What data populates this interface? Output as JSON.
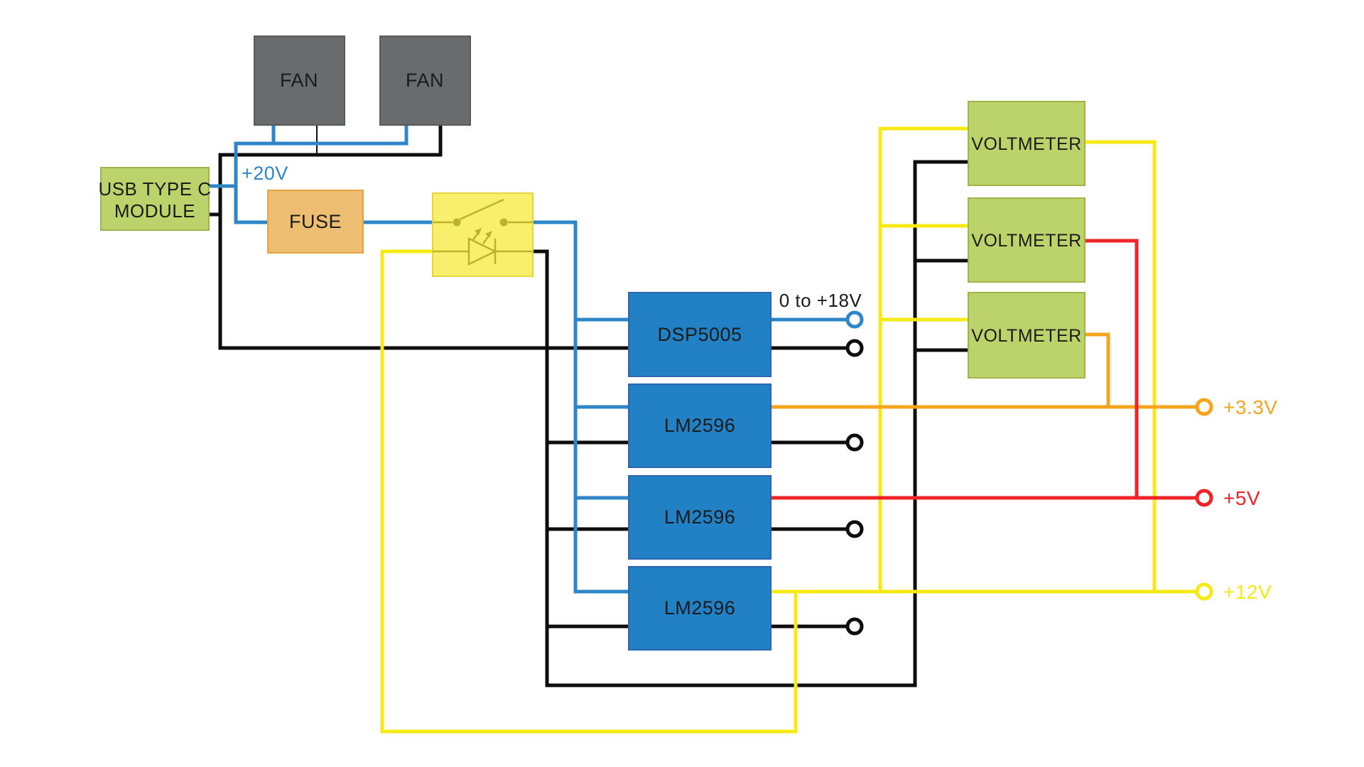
{
  "diagram": {
    "background": "#ffffff",
    "colors": {
      "blue_wire": "#2e86c8",
      "yellow_wire": "#f7e915",
      "orange_wire": "#f6a41e",
      "red_wire": "#ee2428",
      "black_wire": "#0d0d0d",
      "box_blue": "#2181c4",
      "box_blue_border": "#2b66ae",
      "box_green": "#bcd36b",
      "box_green_border": "#9fb54a",
      "box_gray": "#6a6b6d",
      "box_gray_border": "#58595b",
      "box_orange": "#edbd72",
      "box_orange_border": "#e8a33d",
      "box_yellow": "#f8ef6b",
      "box_yellow_border": "#e7d63b",
      "symbol_olive": "#bfb22a",
      "text_dark": "#1b1b1b",
      "terminal_fill": "#ffffff"
    },
    "blocks": {
      "fan_left": {
        "label": "FAN"
      },
      "fan_right": {
        "label": "FAN"
      },
      "usb_module": {
        "label_line1": "USB TYPE C",
        "label_line2": "MODULE"
      },
      "fuse": {
        "label": "FUSE"
      },
      "dsp": {
        "label": "DSP5005"
      },
      "buck1": {
        "label": "LM2596"
      },
      "buck2": {
        "label": "LM2596"
      },
      "buck3": {
        "label": "LM2596"
      },
      "voltmeter1": {
        "label": "VOLTMETER"
      },
      "voltmeter2": {
        "label": "VOLTMETER"
      },
      "voltmeter3": {
        "label": "VOLTMETER"
      }
    },
    "labels": {
      "input_voltage": "+20V",
      "adjustable_output": "0 to +18V"
    },
    "terminals": {
      "v33": {
        "label": "+3.3V"
      },
      "v5": {
        "label": "+5V"
      },
      "v12": {
        "label": "+12V"
      }
    }
  }
}
